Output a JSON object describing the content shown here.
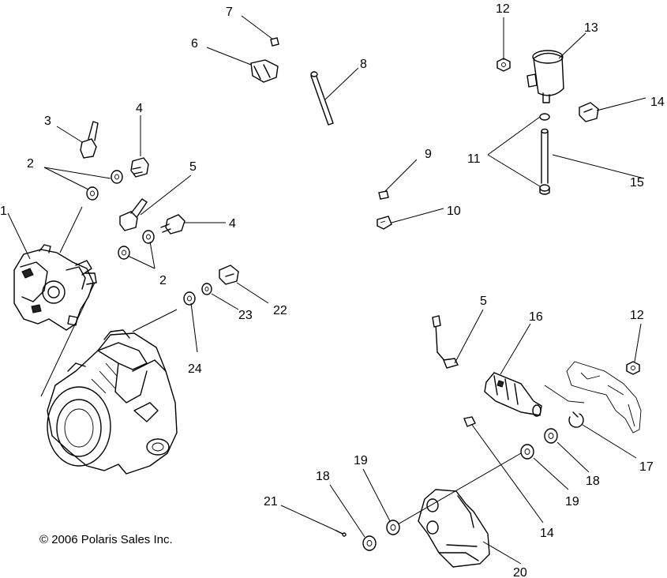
{
  "callouts": [
    {
      "id": "c1",
      "label": "1"
    },
    {
      "id": "c2a",
      "label": "2"
    },
    {
      "id": "c2b",
      "label": "2"
    },
    {
      "id": "c3",
      "label": "3"
    },
    {
      "id": "c4a",
      "label": "4"
    },
    {
      "id": "c4b",
      "label": "4"
    },
    {
      "id": "c5a",
      "label": "5"
    },
    {
      "id": "c5b",
      "label": "5"
    },
    {
      "id": "c6",
      "label": "6"
    },
    {
      "id": "c7",
      "label": "7"
    },
    {
      "id": "c8",
      "label": "8"
    },
    {
      "id": "c9",
      "label": "9"
    },
    {
      "id": "c10",
      "label": "10"
    },
    {
      "id": "c11",
      "label": "11"
    },
    {
      "id": "c12a",
      "label": "12"
    },
    {
      "id": "c12b",
      "label": "12"
    },
    {
      "id": "c13",
      "label": "13"
    },
    {
      "id": "c14a",
      "label": "14"
    },
    {
      "id": "c14b",
      "label": "14"
    },
    {
      "id": "c15",
      "label": "15"
    },
    {
      "id": "c16",
      "label": "16"
    },
    {
      "id": "c17",
      "label": "17"
    },
    {
      "id": "c18a",
      "label": "18"
    },
    {
      "id": "c18b",
      "label": "18"
    },
    {
      "id": "c19a",
      "label": "19"
    },
    {
      "id": "c19b",
      "label": "19"
    },
    {
      "id": "c20",
      "label": "20"
    },
    {
      "id": "c21",
      "label": "21"
    },
    {
      "id": "c22",
      "label": "22"
    },
    {
      "id": "c23",
      "label": "23"
    },
    {
      "id": "c24",
      "label": "24"
    }
  ],
  "copyright": "© 2006 Polaris Sales Inc."
}
